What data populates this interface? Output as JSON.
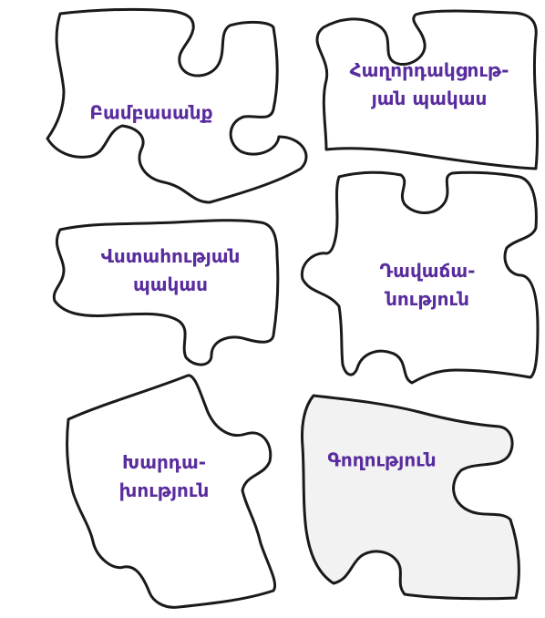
{
  "colors": {
    "label": "#5a2d9e",
    "outline": "#1a1a1a",
    "piece_fill": "#ffffff",
    "shaded_piece_fill": "#f2f2f2"
  },
  "pieces": [
    {
      "id": "bambasanq",
      "lines": [
        "Բամբասանք"
      ]
    },
    {
      "id": "communication-lack",
      "lines": [
        "Հաղորդակցութ-",
        "յան պակաս"
      ]
    },
    {
      "id": "trust-lack",
      "lines": [
        "Վստահության",
        "պակաս"
      ]
    },
    {
      "id": "betrayal",
      "lines": [
        "Դավաճա-",
        "նություն"
      ]
    },
    {
      "id": "prejudice",
      "lines": [
        "Խարդա-",
        "խություն"
      ]
    },
    {
      "id": "theft",
      "lines": [
        "Գողություն"
      ]
    }
  ]
}
